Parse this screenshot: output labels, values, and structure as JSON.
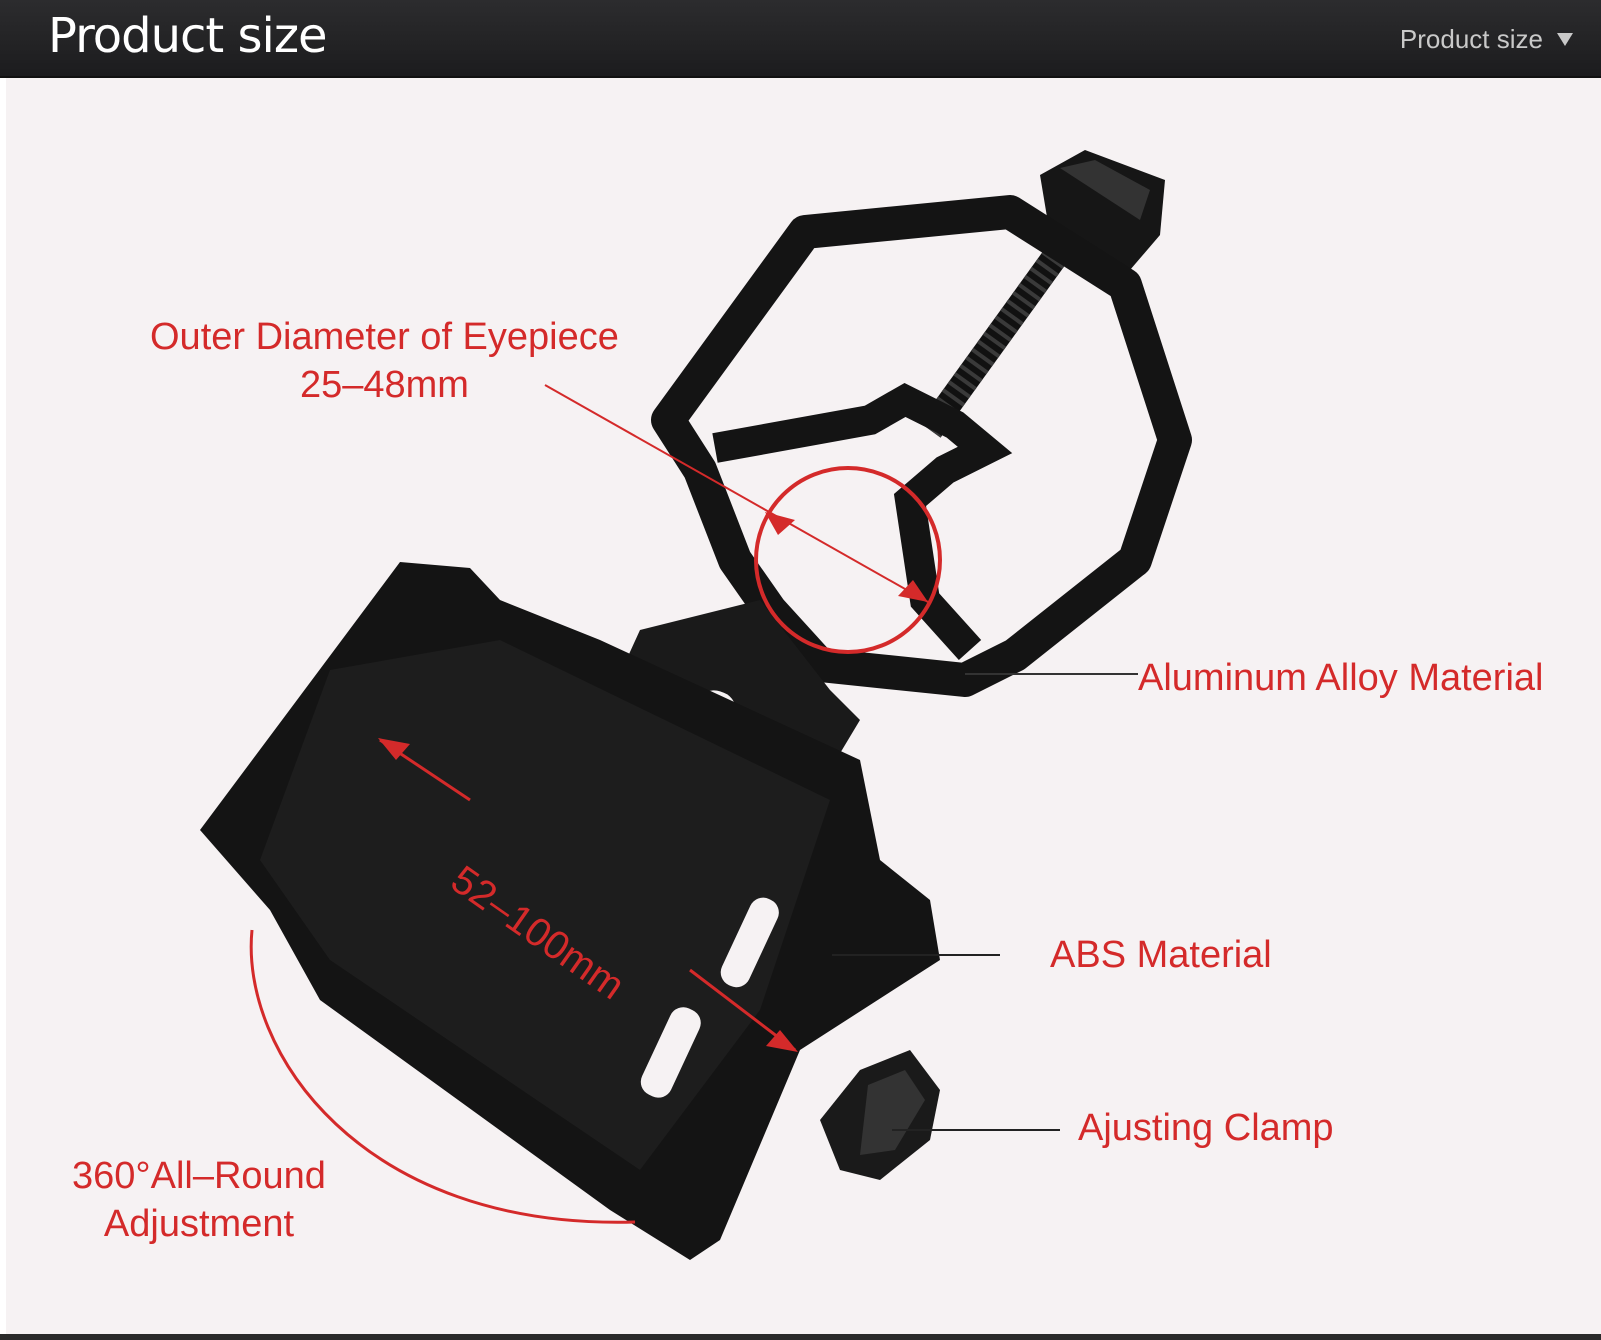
{
  "header": {
    "title": "Product size",
    "dropdown_label": "Product size",
    "dropdown_icon": "caret-down-icon"
  },
  "colors": {
    "header_bg": "#1f1f21",
    "panel_bg": "#f6f2f3",
    "accent_red": "#d42a2a",
    "product_black": "#141414"
  },
  "annotations": {
    "eyepiece": {
      "line1": "Outer Diameter of Eyepiece",
      "line2": "25–48mm"
    },
    "aluminum": "Aluminum Alloy Material",
    "phone_width": "52–100mm",
    "abs": "ABS Material",
    "clamp": "Ajusting Clamp",
    "rotation": {
      "line1": "360°All–Round",
      "line2": "Adjustment"
    }
  }
}
